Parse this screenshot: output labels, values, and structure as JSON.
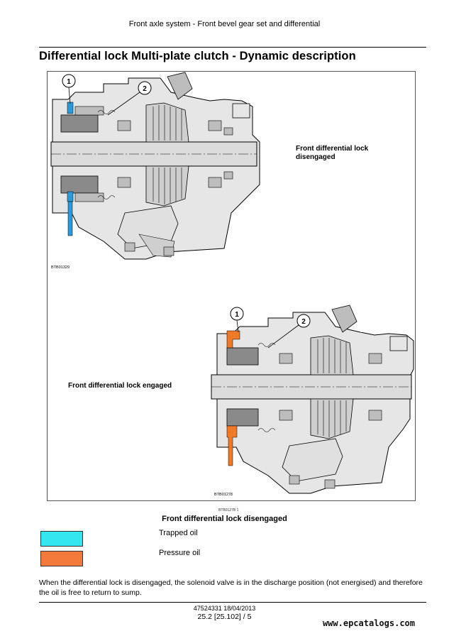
{
  "header": {
    "running_title": "Front axle system - Front bevel gear set and differential"
  },
  "section": {
    "title": "Differential lock Multi-plate clutch - Dynamic description"
  },
  "figure": {
    "top_diagram": {
      "label_line1": "Front differential lock",
      "label_line2": "disengaged",
      "code": "BTB01329",
      "callout_1": "1",
      "callout_2": "2"
    },
    "bottom_diagram": {
      "label": "Front differential lock engaged",
      "code": "BTB01278",
      "callout_1": "1",
      "callout_2": "2"
    },
    "caption_code": "BTB0127B     1",
    "caption": "Front differential lock disengaged"
  },
  "legend": {
    "items": [
      {
        "label": "Trapped oil",
        "color": "#33e6f0"
      },
      {
        "label": "Pressure oil",
        "color": "#f47a3c"
      }
    ]
  },
  "body": {
    "description": "When the differential lock is disengaged, the solenoid valve is in the discharge position (not energised) and therefore the oil is free to return to sump."
  },
  "footer": {
    "doc_ref": "47524331 18/04/2013",
    "page_ref": "25.2 [25.102] / 5"
  },
  "watermark": "www.epcatalogs.com",
  "colors": {
    "trapped_oil": "#2a9ad8",
    "pressure_oil": "#f07a28",
    "housing": "#d8d8d8",
    "clutch": "#8a8a8a"
  }
}
